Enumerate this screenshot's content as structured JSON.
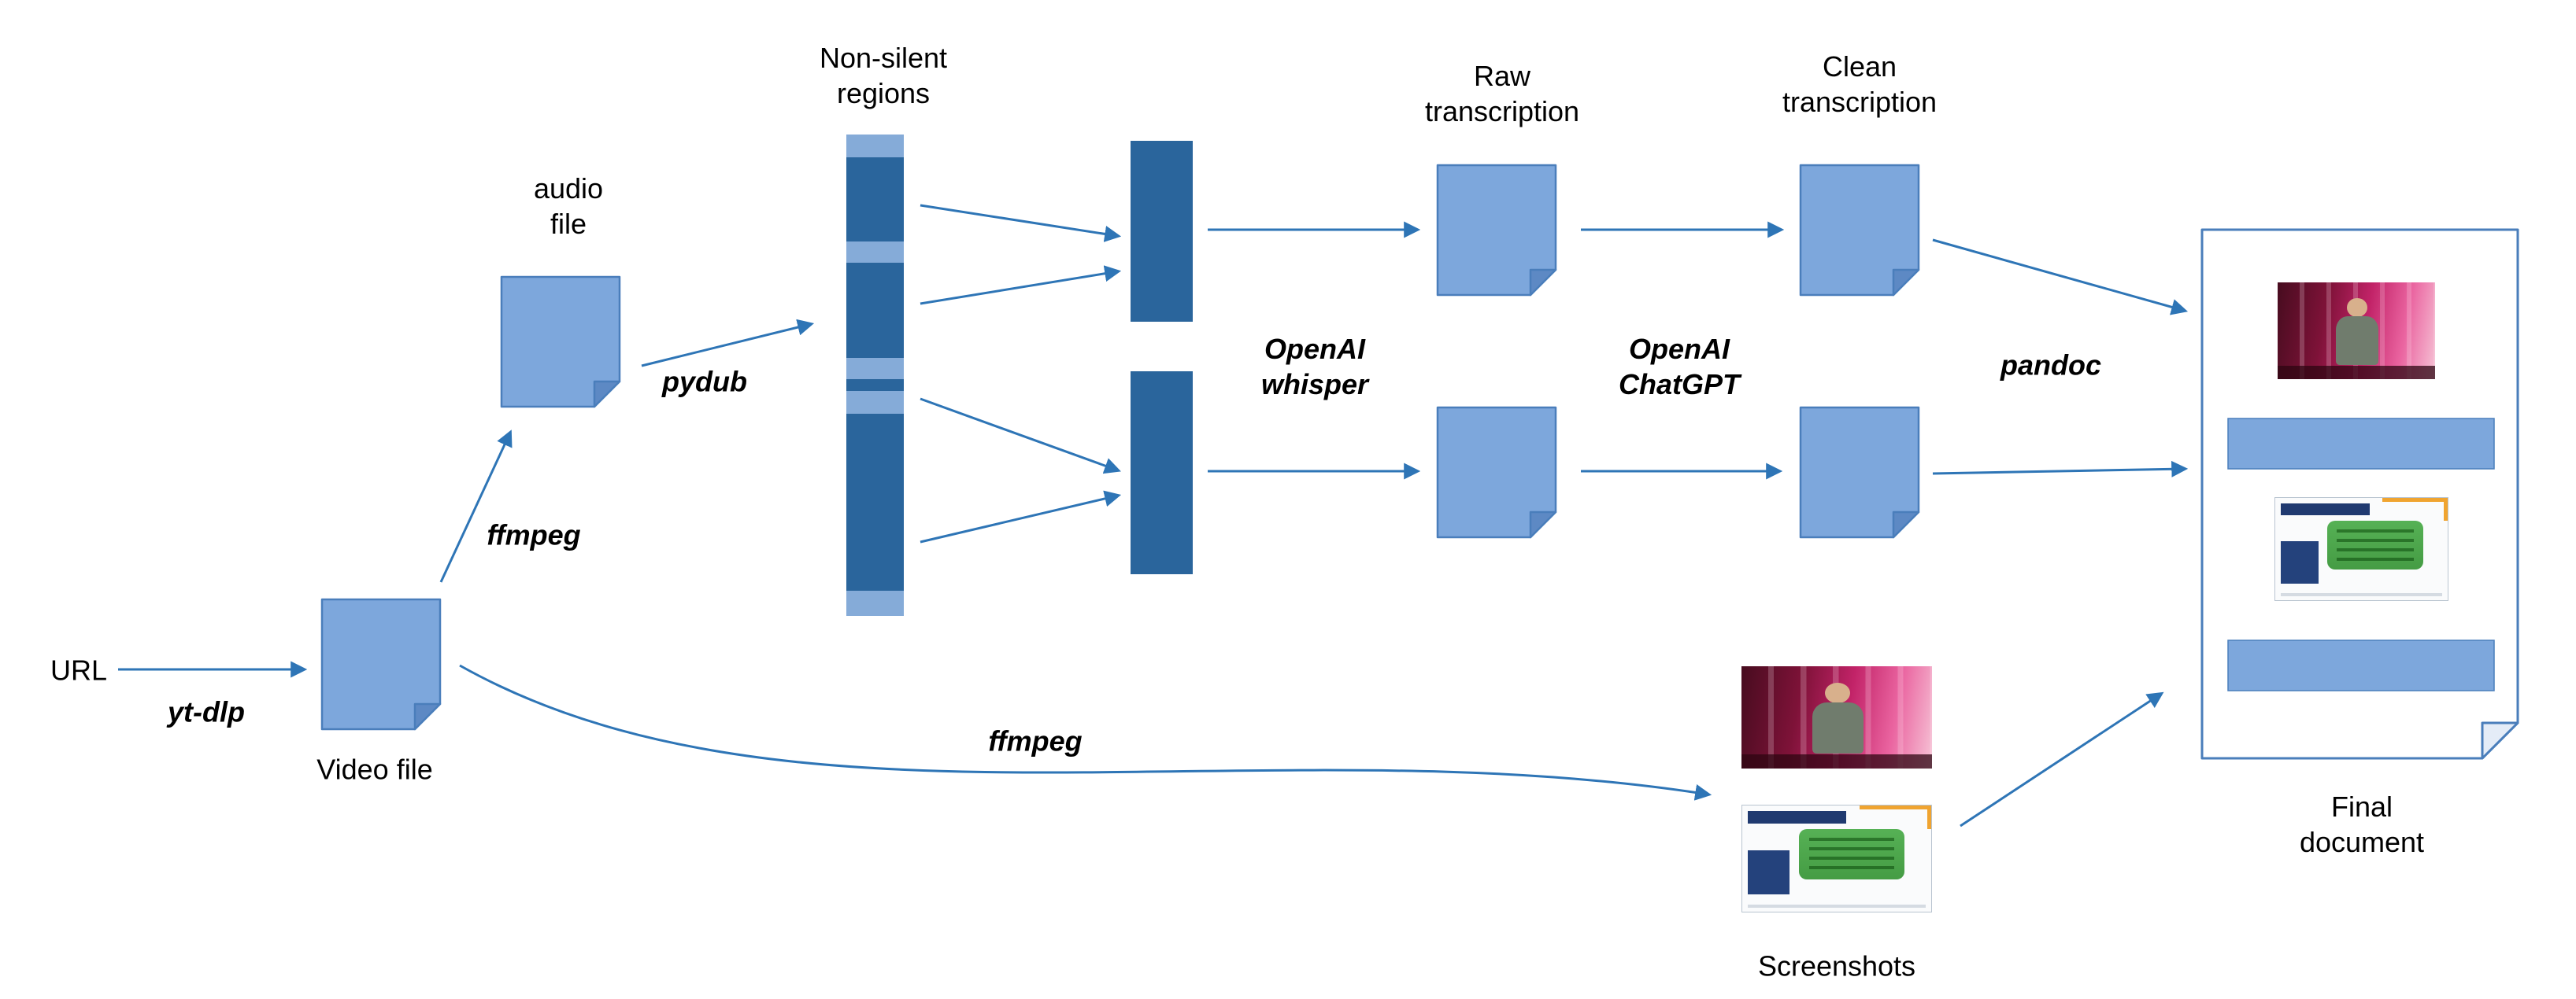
{
  "labels": {
    "url": "URL",
    "yt_dlp": "yt-dlp",
    "video_file": "Video file",
    "ffmpeg_audio": "ffmpeg",
    "audio_file": "audio\nfile",
    "pydub": "pydub",
    "non_silent_regions": "Non-silent\nregions",
    "openai_whisper": "OpenAI\nwhisper",
    "raw_transcription": "Raw\ntranscription",
    "openai_chatgpt": "OpenAI\nChatGPT",
    "clean_transcription": "Clean\ntranscription",
    "pandoc": "pandoc",
    "ffmpeg_screenshots": "ffmpeg",
    "screenshots": "Screenshots",
    "final_document": "Final\ndocument"
  },
  "colors": {
    "arrow": "#2e75b6",
    "doc_fill": "#7da7dc",
    "doc_stroke": "#4a7ebb",
    "doc_fold": "#5d89c4",
    "bar_dark": "#2a659c",
    "bar_stripe": "#85abd8",
    "final_doc_border": "#4a7ebb",
    "text": "#000000"
  }
}
